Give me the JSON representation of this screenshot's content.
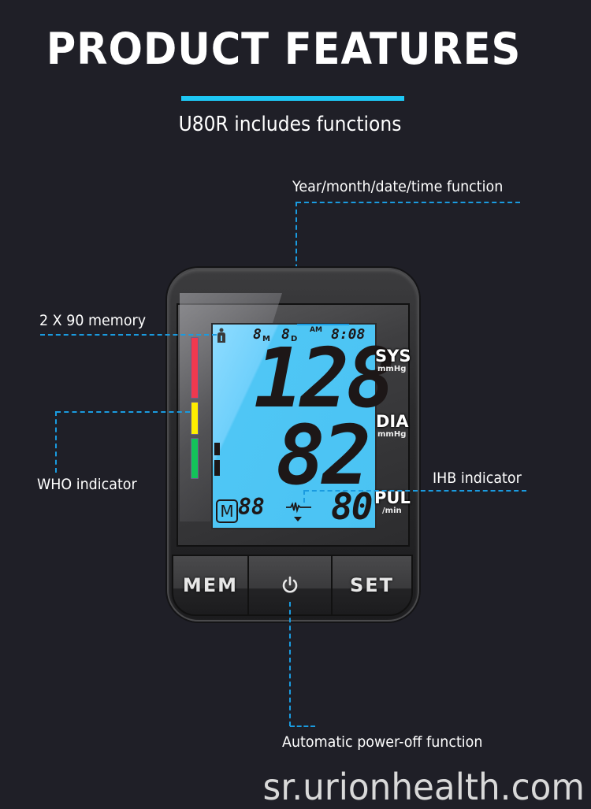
{
  "header": {
    "title": "PRODUCT FEATURES",
    "subtitle": "U80R includes functions",
    "accent_color": "#1ec7f4"
  },
  "callouts": {
    "datetime": "Year/month/date/time function",
    "memory": "2 X 90 memory",
    "who": "WHO indicator",
    "ihb": "IHB indicator",
    "auto_off": "Automatic power-off function",
    "line_color": "#1a9be0"
  },
  "device": {
    "lcd": {
      "month": "8",
      "month_suffix": "M",
      "day": "8",
      "day_suffix": "D",
      "am_pm": "AM",
      "time": "8:08",
      "systolic": "128",
      "diastolic": "82",
      "pulse": "80",
      "memory_label": "M",
      "memory_count": "88",
      "heart_wave_icon": "ihb-wave-icon",
      "user_icon": "user-icon",
      "backlight_color": "#4ac3f3"
    },
    "units": {
      "sys": "SYS",
      "sys_unit": "mmHg",
      "dia": "DIA",
      "dia_unit": "mmHg",
      "pul": "PUL",
      "pul_unit": "/min"
    },
    "who_colors": [
      "#f0394f",
      "#ffee00",
      "#13c35a"
    ],
    "buttons": {
      "mem": "MEM",
      "power_icon": "power-icon",
      "set": "SET"
    }
  },
  "footer": {
    "watermark": "sr.urionhealth.com"
  }
}
